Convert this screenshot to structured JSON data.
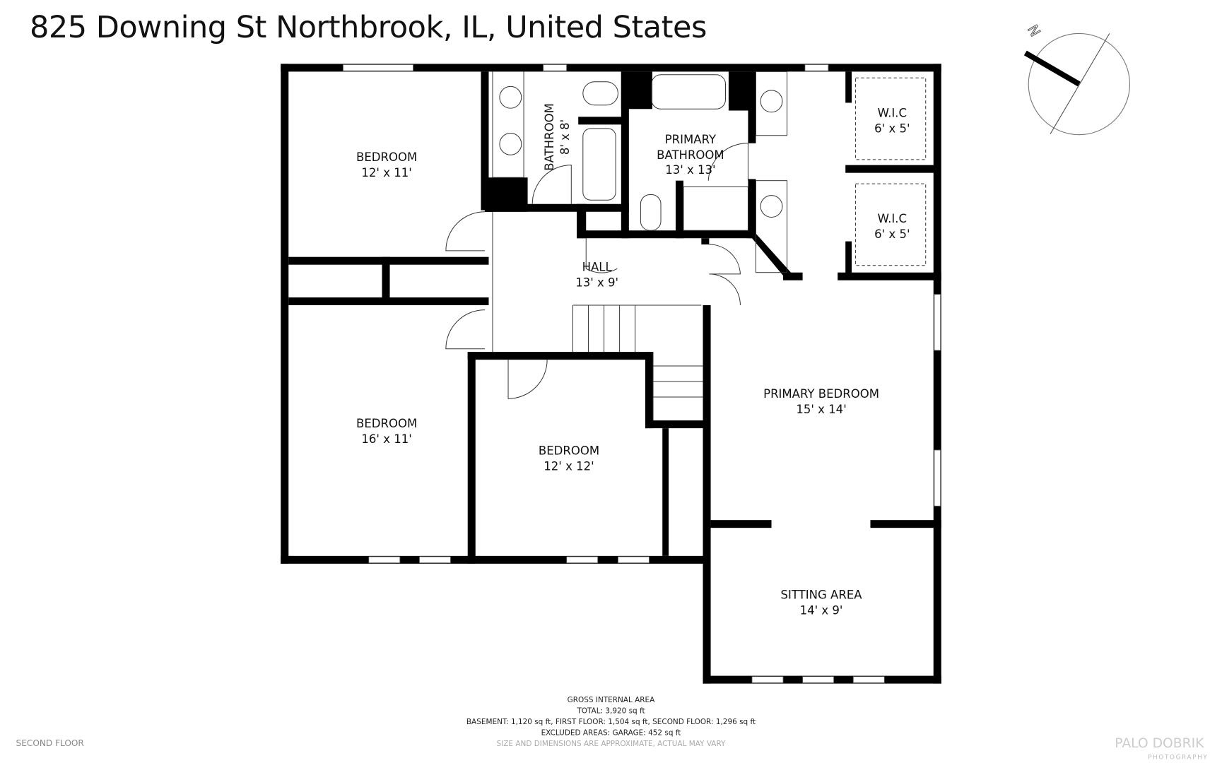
{
  "title": "825 Downing St Northbrook, IL, United States",
  "compass": {
    "label": "N"
  },
  "rooms": [
    {
      "name": "BEDROOM",
      "size": "12' x 11'"
    },
    {
      "name": "BATHROOM",
      "size": "8' x 8'"
    },
    {
      "name": "PRIMARY",
      "name2": "BATHROOM",
      "size": "13' x 13'"
    },
    {
      "name": "W.I.C",
      "size": "6' x 5'"
    },
    {
      "name": "W.I.C",
      "size": "6' x 5'"
    },
    {
      "name": "HALL",
      "size": "13' x 9'"
    },
    {
      "name": "BEDROOM",
      "size": "16' x 11'"
    },
    {
      "name": "BEDROOM",
      "size": "12' x 12'"
    },
    {
      "name": "PRIMARY BEDROOM",
      "size": "15' x 14'"
    },
    {
      "name": "SITTING AREA",
      "size": "14' x 9'"
    }
  ],
  "footer": {
    "heading": "GROSS INTERNAL AREA",
    "total": "TOTAL: 3,920 sq ft",
    "floors": "BASEMENT: 1,120 sq ft, FIRST FLOOR: 1,504 sq ft, SECOND FLOOR: 1,296 sq ft",
    "excluded": "EXCLUDED AREAS: GARAGE: 452 sq ft",
    "disclaimer": "SIZE AND DIMENSIONS ARE APPROXIMATE, ACTUAL MAY VARY"
  },
  "floor_label": "SECOND FLOOR",
  "logo": {
    "text": "PALO DOBRIK",
    "sub": "PHOTOGRAPHY"
  },
  "colors": {
    "wall": "#000000",
    "logo": "#d8b8b8"
  }
}
